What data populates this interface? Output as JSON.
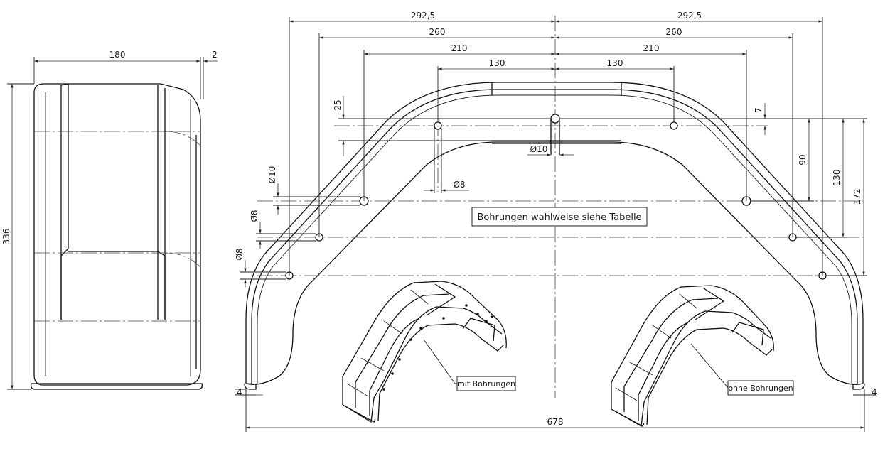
{
  "side_view": {
    "width": "180",
    "thickness": "2",
    "height": "336"
  },
  "front_view": {
    "half_292": "292,5",
    "half_260": "260",
    "half_210": "210",
    "half_130": "130",
    "dim_25": "25",
    "dim_7": "7",
    "dim_90": "90",
    "dim_130_v": "130",
    "dim_172": "172",
    "dia_10_top": "Ø10",
    "dia_8_top": "Ø8",
    "dia_10_left": "Ø10",
    "dia_8_left_a": "Ø8",
    "dia_8_left_b": "Ø8",
    "edge_4": "4",
    "total_width": "678"
  },
  "notes": {
    "holes_table": "Bohrungen wahlweise siehe Tabelle",
    "with_holes": "mit Bohrungen",
    "without_holes": "ohne Bohrungen"
  }
}
